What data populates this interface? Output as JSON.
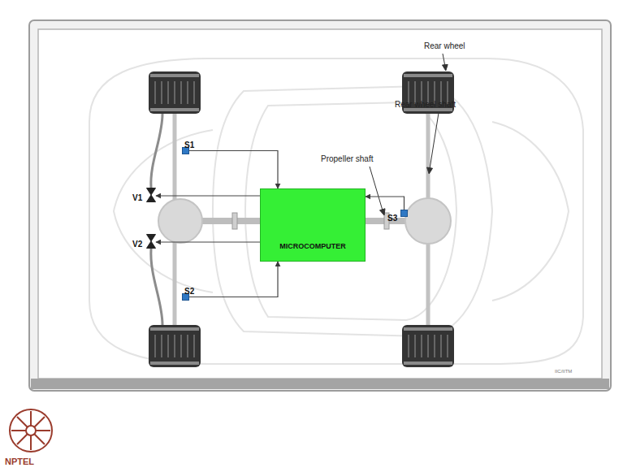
{
  "diagram": {
    "nodes": [
      {
        "text": [
          "S1"
        ]
      },
      {
        "text": [
          "V1"
        ]
      },
      {
        "text": [
          "MICROCOMPUTER"
        ]
      },
      {
        "text": [
          "S3"
        ]
      },
      {
        "text": [
          "V2"
        ]
      },
      {
        "text": [
          "S2"
        ]
      }
    ],
    "edges": [
      {
        "from": 0,
        "to": 2,
        "arrow": "to"
      },
      {
        "from": 2,
        "to": 1,
        "arrow": "to"
      },
      {
        "from": 3,
        "to": 2,
        "arrow": "to"
      },
      {
        "from": 2,
        "to": 4,
        "arrow": "to"
      },
      {
        "from": 5,
        "to": 2,
        "arrow": "to"
      }
    ],
    "labels": [
      "Rear wheel",
      "Rear wheel shaft",
      "Propeller shaft",
      "IIC/IITM",
      "NPTEL"
    ]
  }
}
